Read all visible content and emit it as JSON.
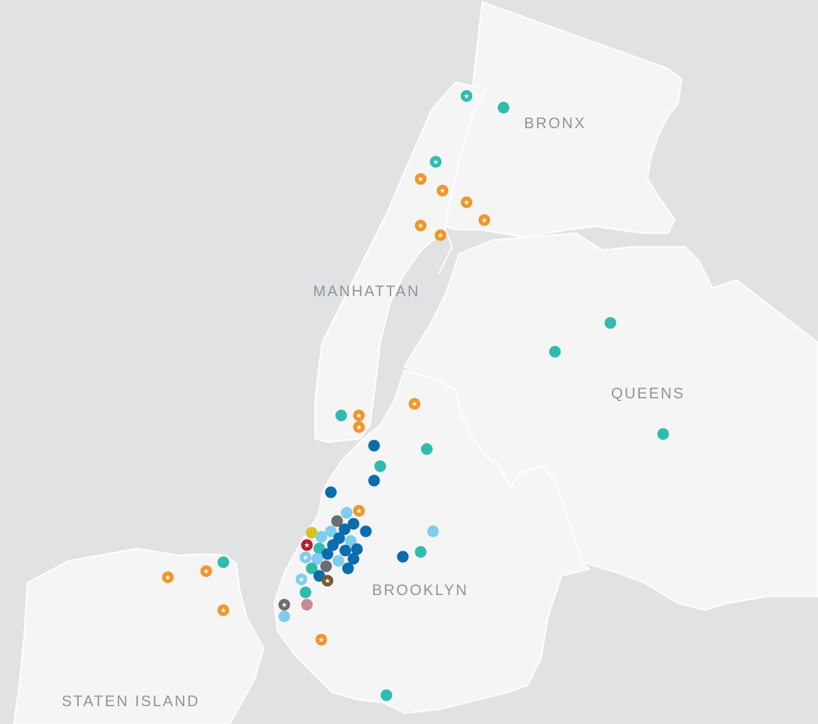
{
  "boroughs": {
    "bronx": "BRONX",
    "manhattan": "MANHATTAN",
    "queens": "QUEENS",
    "brooklyn": "BROOKLYN",
    "staten_island": "STATEN ISLAND"
  },
  "colors": {
    "water": "#e1e2e4",
    "land": "#f5f5f5",
    "label": "#8e959b",
    "teal": "#2fbcae",
    "orange": "#f0962a",
    "dark_blue": "#0b6cae",
    "light_blue": "#7fcdee",
    "gray": "#6b6d70",
    "yellow": "#d9c21c",
    "red": "#b51f2e",
    "brown": "#7b5632",
    "pink": "#c98a98"
  },
  "star_glyph": "★"
}
